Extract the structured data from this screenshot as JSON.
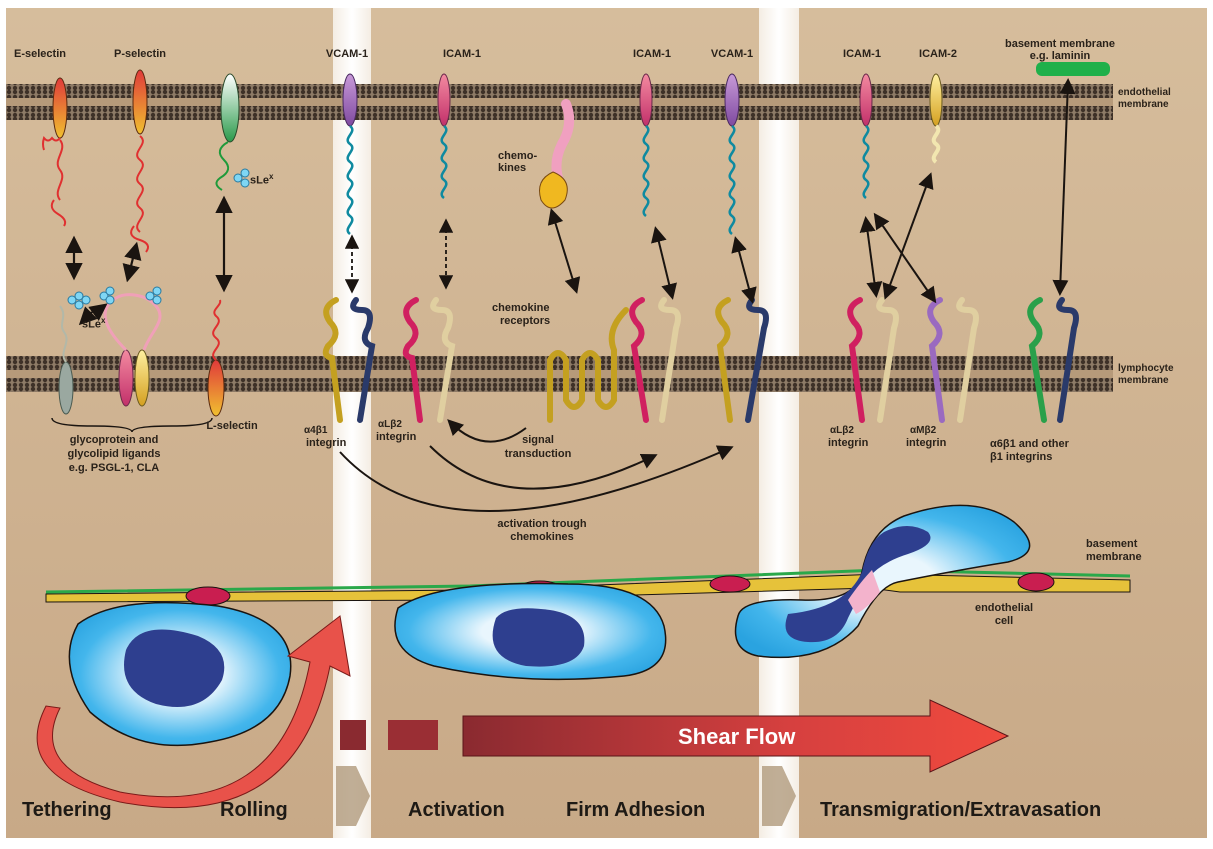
{
  "endothelial_molecules": {
    "e_selectin": "E-selectin",
    "p_selectin": "P-selectin",
    "vcam1_a": "VCAM-1",
    "icam1_a": "ICAM-1",
    "icam1_b": "ICAM-1",
    "vcam1_b": "VCAM-1",
    "icam1_c": "ICAM-1",
    "icam2": "ICAM-2",
    "basement_membrane_line1": "basement membrane",
    "basement_membrane_line2": "e.g. laminin"
  },
  "membranes": {
    "endothelial_line1": "endothelial",
    "endothelial_line2": "membrane",
    "lymphocyte_line1": "lymphocyte",
    "lymphocyte_line2": "membrane"
  },
  "lymphocyte_molecules": {
    "slex_top": "sLe",
    "slex_bottom": "sLe",
    "slex_sup": "x",
    "chemokines_line1": "chemo-",
    "chemokines_line2": "kines",
    "chemokine_receptors_line1": "chemokine",
    "chemokine_receptors_line2": "receptors",
    "glyco_line1": "glycoprotein and",
    "glyco_line2": "glycolipid ligands",
    "glyco_line3": "e.g. PSGL-1, CLA",
    "l_selectin": "L-selectin",
    "a4b1_integrin_line1": "α4β1",
    "a4b1_integrin_line2": "integrin",
    "alb2_integrin_line1": "αLβ2",
    "alb2_integrin_line2": "integrin",
    "signal_line1": "signal",
    "signal_line2": "transduction",
    "activation_line1": "activation trough",
    "activation_line2": "chemokines",
    "alb2_right_line1": "αLβ2",
    "alb2_right_line2": "integrin",
    "amb2_line1": "αMβ2",
    "amb2_line2": "integrin",
    "a6b1_line1": "α6β1 and other",
    "a6b1_line2": "β1 integrins"
  },
  "bottom": {
    "basement_line1": "basement",
    "basement_line2": "membrane",
    "endo_cell_line1": "endothelial",
    "endo_cell_line2": "cell",
    "shear_flow": "Shear Flow"
  },
  "stages": {
    "tethering": "Tethering",
    "rolling": "Rolling",
    "activation": "Activation",
    "firm_adhesion": "Firm Adhesion",
    "transmigration": "Transmigration/Extravasation"
  },
  "colors": {
    "panel": "#cfb391",
    "membrane": "#5a4a3a",
    "cell_light": "#41b8ec",
    "cell_nucleus": "#2e3f8f",
    "arrow_red": "#e43c3c",
    "endothelium_yellow": "#e6c23a",
    "endothelium_green": "#2aa84a"
  }
}
